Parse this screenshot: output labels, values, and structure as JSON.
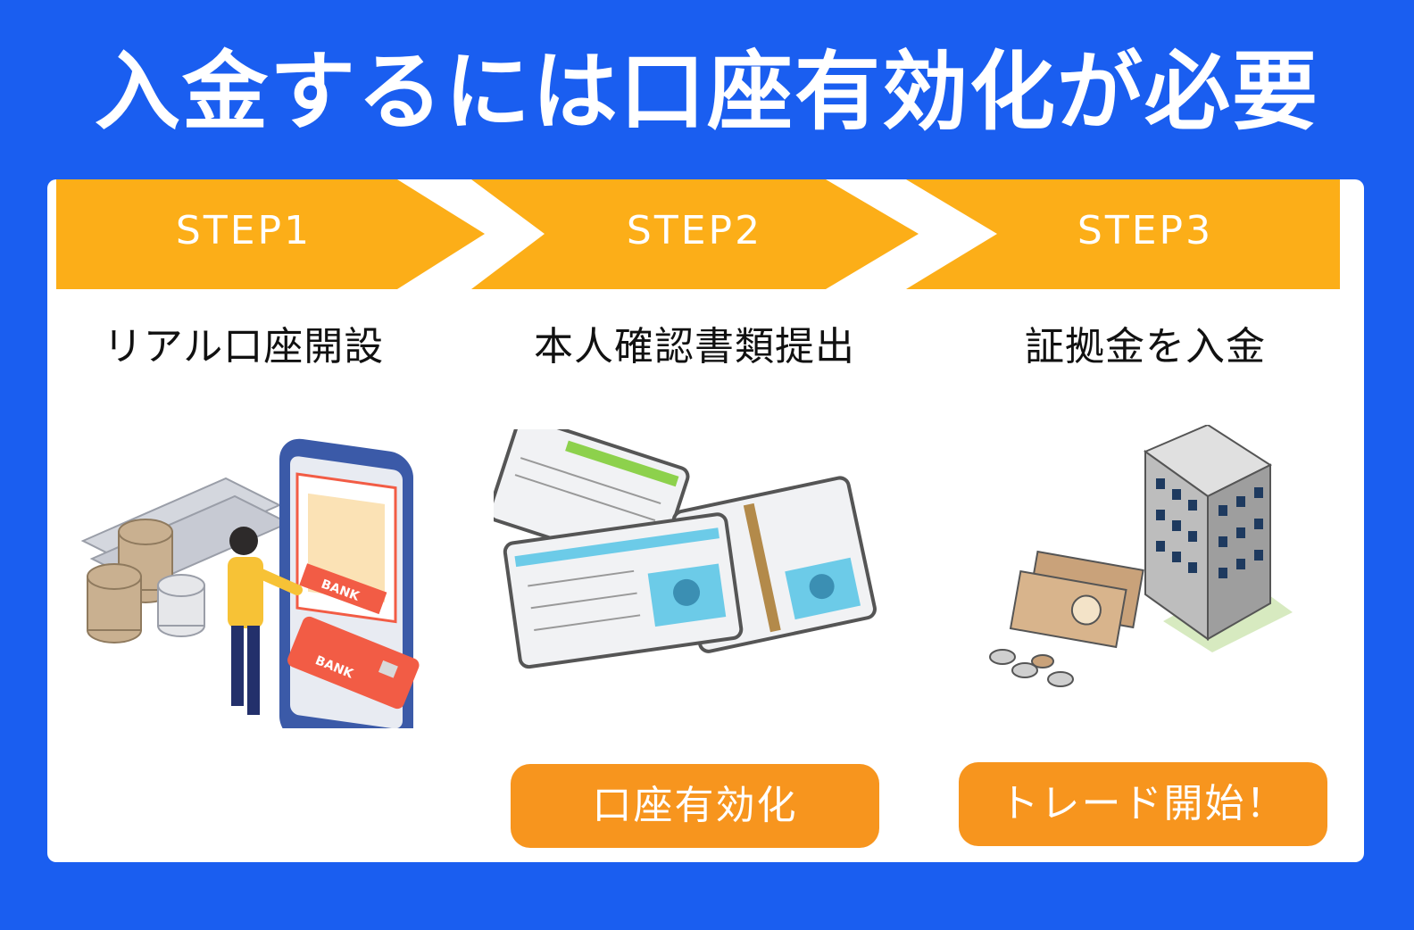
{
  "title": "入金するには口座有効化が必要",
  "steps": [
    {
      "label": "STEP1",
      "description": "リアル口座開設",
      "illustration": "phone-bank-icon"
    },
    {
      "label": "STEP2",
      "description": "本人確認書類提出",
      "illustration": "id-cards-icon"
    },
    {
      "label": "STEP3",
      "description": "証拠金を入金",
      "illustration": "bank-building-money-icon"
    }
  ],
  "buttons": {
    "activate_label": "口座有効化",
    "trade_label": "トレード開始！"
  },
  "illustration_text": {
    "bank_screen": "BANK",
    "bank_card": "BANK"
  },
  "colors": {
    "background": "#1a5ef0",
    "chevron": "#fcae18",
    "button": "#f7951e",
    "panel": "#ffffff"
  }
}
